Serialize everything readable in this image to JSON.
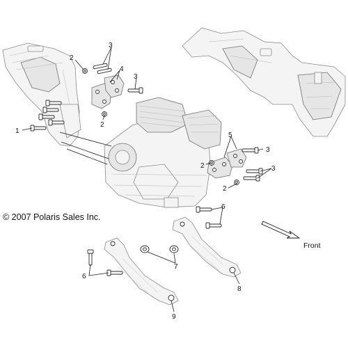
{
  "diagram": {
    "copyright": "© 2007 Polaris Sales Inc.",
    "direction_label": "Front",
    "callouts": [
      {
        "id": "c1",
        "text": "1"
      },
      {
        "id": "c2a",
        "text": "2"
      },
      {
        "id": "c2b",
        "text": "2"
      },
      {
        "id": "c2c",
        "text": "2"
      },
      {
        "id": "c2d",
        "text": "2"
      },
      {
        "id": "c3a",
        "text": "3"
      },
      {
        "id": "c3b",
        "text": "3"
      },
      {
        "id": "c3c",
        "text": "3"
      },
      {
        "id": "c3d",
        "text": "3"
      },
      {
        "id": "c4",
        "text": "4"
      },
      {
        "id": "c5",
        "text": "5"
      },
      {
        "id": "c6a",
        "text": "6"
      },
      {
        "id": "c6b",
        "text": "6"
      },
      {
        "id": "c7",
        "text": "7"
      },
      {
        "id": "c8",
        "text": "8"
      },
      {
        "id": "c9",
        "text": "9"
      }
    ]
  }
}
